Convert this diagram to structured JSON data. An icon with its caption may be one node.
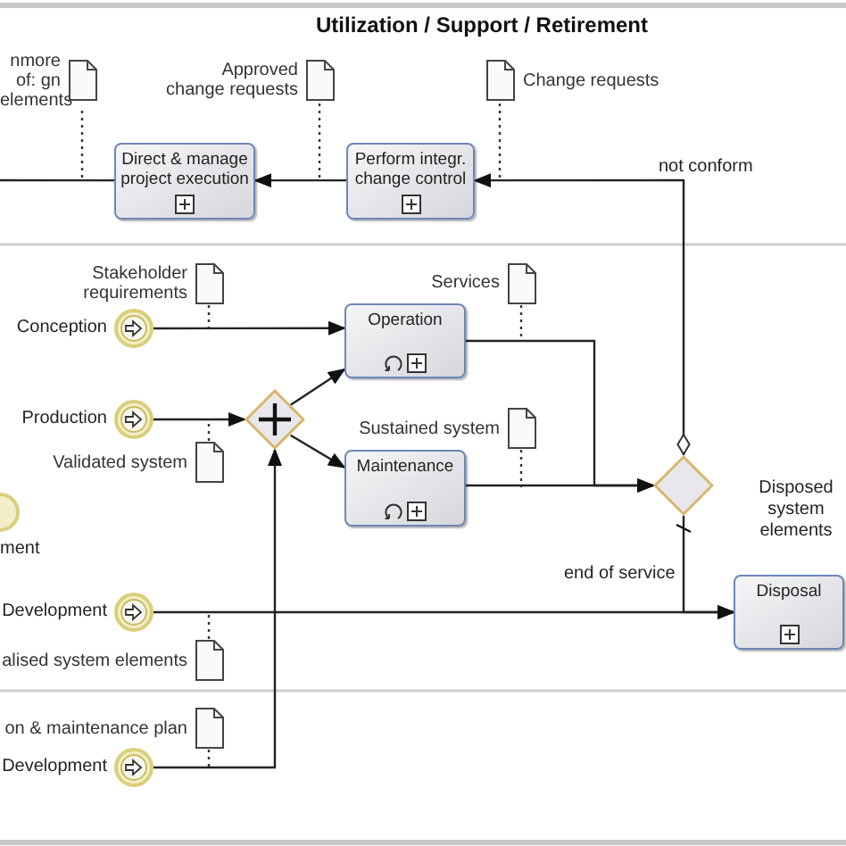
{
  "diagram": {
    "title": "Utilization / Support / Retirement",
    "nodes": [
      {
        "text": [
          "nmore of: gn elements"
        ]
      },
      {
        "text": [
          "Approved change requests"
        ]
      },
      {
        "text": [
          "Change requests"
        ]
      },
      {
        "text": [
          "Direct & manage project execution"
        ]
      },
      {
        "text": [
          "Perform integr. change control"
        ]
      },
      {
        "text": [
          "Stakeholder requirements"
        ]
      },
      {
        "text": [
          "Services"
        ]
      },
      {
        "text": [
          "Conception"
        ]
      },
      {
        "text": [
          "Operation"
        ]
      },
      {
        "text": [
          "Production"
        ]
      },
      {
        "text": [],
        "shape": "diamond"
      },
      {
        "text": [
          "Validated system"
        ]
      },
      {
        "text": [
          "Sustained system"
        ]
      },
      {
        "text": [
          "Maintenance"
        ]
      },
      {
        "text": [],
        "shape": "diamond"
      },
      {
        "text": [],
        "shape": "circle",
        "beside": [
          "ment"
        ]
      },
      {
        "text": [
          "Development"
        ]
      },
      {
        "text": [
          "alised system elements"
        ]
      },
      {
        "text": [
          "Disposal"
        ]
      },
      {
        "text": [
          "on & maintenance plan"
        ]
      },
      {
        "text": [
          "Development"
        ]
      }
    ],
    "edges": [
      {
        "from": 4,
        "to": 3,
        "arrow": "to"
      },
      {
        "from": 3,
        "to": null,
        "arrow": "none"
      },
      {
        "from": 14,
        "to": 4,
        "arrow": "to",
        "label": "not conform"
      },
      {
        "from": 14,
        "to": 18,
        "arrow": "to",
        "label": "end of service"
      },
      {
        "from": 7,
        "to": 8,
        "arrow": "to"
      },
      {
        "from": 9,
        "to": 10,
        "arrow": "to"
      },
      {
        "from": 20,
        "to": 10,
        "arrow": "to"
      },
      {
        "from": 10,
        "to": 8,
        "arrow": "to"
      },
      {
        "from": 10,
        "to": 13,
        "arrow": "to"
      },
      {
        "from": 8,
        "to": 14,
        "arrow": "to"
      },
      {
        "from": 13,
        "to": 14,
        "arrow": "to"
      },
      {
        "from": 16,
        "to": 18,
        "arrow": "to"
      },
      {
        "from": 0,
        "to": null,
        "arrow": "none",
        "style": "dashed"
      },
      {
        "from": 1,
        "to": null,
        "arrow": "none",
        "style": "dashed"
      },
      {
        "from": 2,
        "to": null,
        "arrow": "none",
        "style": "dashed"
      },
      {
        "from": 5,
        "to": null,
        "arrow": "none",
        "style": "dashed"
      },
      {
        "from": 11,
        "to": null,
        "arrow": "none",
        "style": "dashed"
      },
      {
        "from": 6,
        "to": null,
        "arrow": "none",
        "style": "dashed"
      },
      {
        "from": 12,
        "to": null,
        "arrow": "none",
        "style": "dashed"
      },
      {
        "from": 17,
        "to": null,
        "arrow": "none",
        "style": "dashed"
      },
      {
        "from": 19,
        "to": null,
        "arrow": "none",
        "style": "dashed"
      }
    ],
    "labels": [
      "Disposed system elements"
    ]
  }
}
